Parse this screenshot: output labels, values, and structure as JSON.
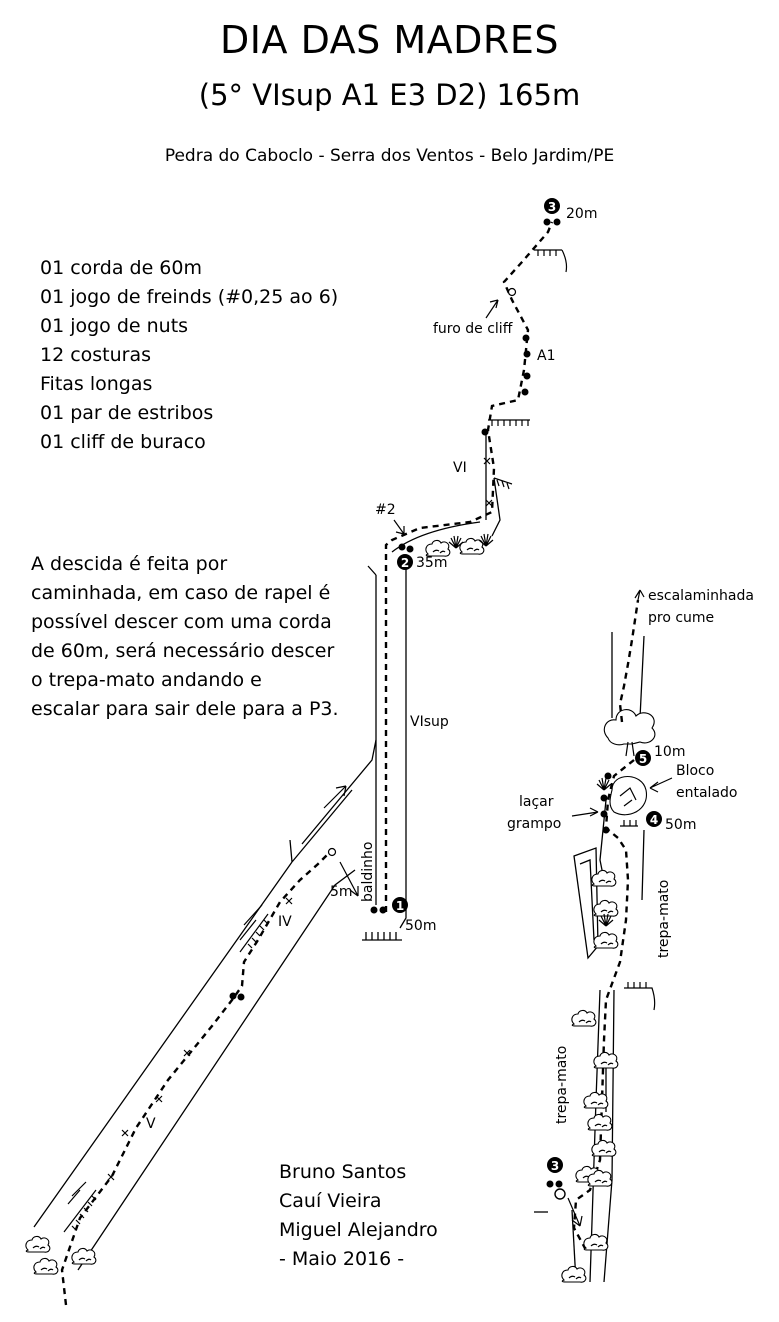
{
  "title": "DIA DAS MADRES",
  "subtitle": "(5° VIsup A1 E3 D2) 165m",
  "location": "Pedra do Caboclo - Serra dos Ventos - Belo Jardim/PE",
  "gear_list": [
    "01 corda de 60m",
    "01 jogo de freinds (#0,25 ao 6)",
    "01 jogo de nuts",
    "12 costuras",
    "Fitas longas",
    "01 par de estribos",
    "01 cliff de buraco"
  ],
  "descent_note": [
    "A descida é feita por",
    "caminhada, em caso de rapel é",
    "possível descer com uma corda",
    "de 60m, será necessário descer",
    "o trepa-mato andando e",
    "escalar para sair dele para a P3."
  ],
  "credits": [
    "Bruno Santos",
    "Cauí Vieira",
    "Miguel Alejandro",
    "- Maio 2016 -"
  ],
  "route_labels": {
    "p3_number": "3",
    "p3_length": "20m",
    "cliff_hole": "furo de cliff",
    "aid_grade": "A1",
    "grade_vi": "VI",
    "cam_size": "#2",
    "p2_number": "2",
    "p2_length": "35m",
    "grade_visup": "VIsup",
    "baldinho": "baldinho",
    "p1_number": "1",
    "p1_length": "50m",
    "five_m": "5m",
    "grade_iv": "IV",
    "grade_v": "V",
    "scramble_line1": "escalaminhada",
    "scramble_line2": "pro cume",
    "p5_number": "5",
    "p5_length": "10m",
    "block_line1": "Bloco",
    "block_line2": "entalado",
    "lasso_line1": "laçar",
    "lasso_line2": "grampo",
    "p4_number": "4",
    "p4_length": "50m",
    "trepa_mato_upper": "trepa-mato",
    "trepa_mato_lower": "trepa-mato",
    "p3b_number": "3"
  },
  "colors": {
    "ink": "#000000",
    "paper": "#ffffff"
  }
}
